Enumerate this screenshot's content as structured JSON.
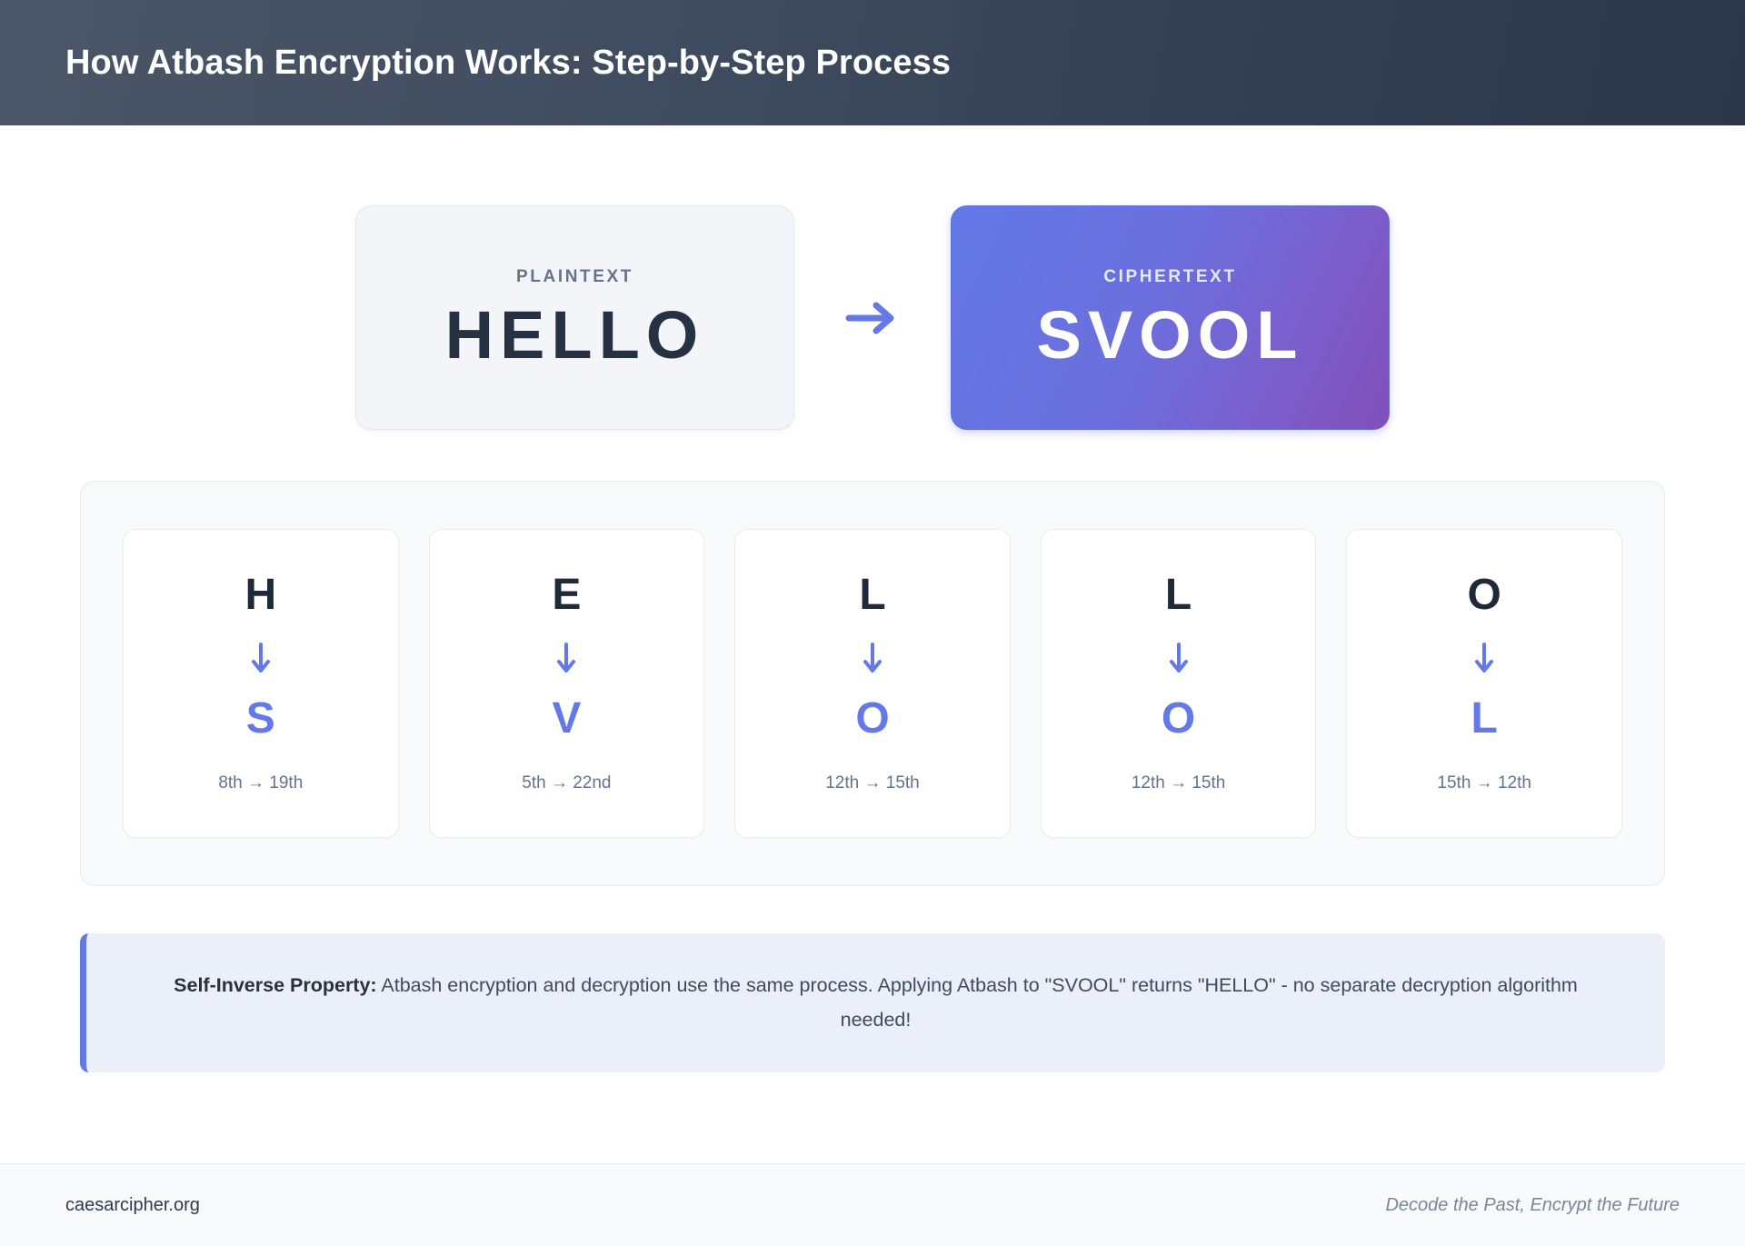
{
  "header": {
    "title": "How Atbash Encryption Works: Step-by-Step Process"
  },
  "transform": {
    "plaintext": {
      "label": "PLAINTEXT",
      "value": "HELLO"
    },
    "arrow_icon": "arrow-right-icon",
    "ciphertext": {
      "label": "CIPHERTEXT",
      "value": "SVOOL"
    }
  },
  "steps": [
    {
      "from": "H",
      "to": "S",
      "positions": "8th → 19th",
      "arrow_icon": "arrow-down-icon"
    },
    {
      "from": "E",
      "to": "V",
      "positions": "5th → 22nd",
      "arrow_icon": "arrow-down-icon"
    },
    {
      "from": "L",
      "to": "O",
      "positions": "12th → 15th",
      "arrow_icon": "arrow-down-icon"
    },
    {
      "from": "L",
      "to": "O",
      "positions": "12th → 15th",
      "arrow_icon": "arrow-down-icon"
    },
    {
      "from": "O",
      "to": "L",
      "positions": "15th → 12th",
      "arrow_icon": "arrow-down-icon"
    }
  ],
  "note": {
    "title": "Self-Inverse Property:",
    "body": " Atbash encryption and decryption use the same process. Applying Atbash to \"SVOOL\" returns \"HELLO\" - no separate decryption algorithm needed!"
  },
  "footer": {
    "site": "caesarcipher.org",
    "tagline": "Decode the Past, Encrypt the Future"
  },
  "colors": {
    "accent_blue": "#6479e8",
    "header_dark": "#2b3748",
    "plain_bg": "#f3f5f9",
    "panel_bg": "#f8fafc",
    "note_bg": "#eaeffa",
    "dark_text": "#1e2a3a",
    "muted_text": "#64748b"
  }
}
